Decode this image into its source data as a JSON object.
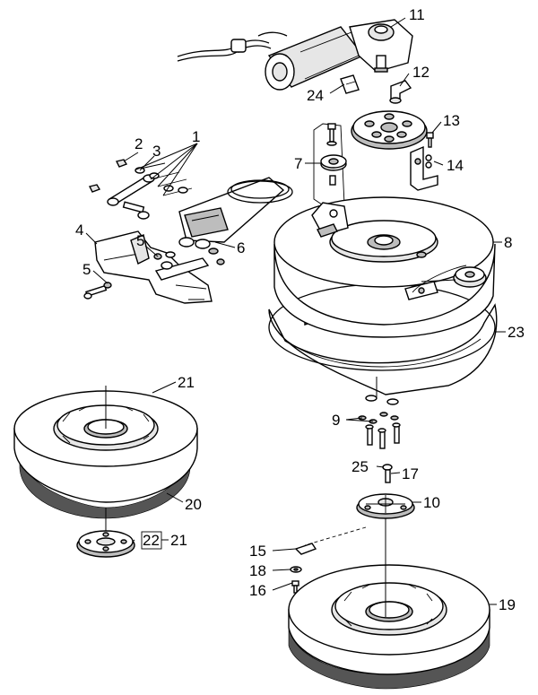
{
  "callouts": [
    {
      "id": "1",
      "text": "1"
    },
    {
      "id": "2",
      "text": "2"
    },
    {
      "id": "3",
      "text": "3"
    },
    {
      "id": "4",
      "text": "4"
    },
    {
      "id": "5a",
      "text": "5"
    },
    {
      "id": "5b",
      "text": "5"
    },
    {
      "id": "6",
      "text": "6"
    },
    {
      "id": "7",
      "text": "7"
    },
    {
      "id": "8",
      "text": "8"
    },
    {
      "id": "9",
      "text": "9"
    },
    {
      "id": "10",
      "text": "10"
    },
    {
      "id": "11",
      "text": "11"
    },
    {
      "id": "12",
      "text": "12"
    },
    {
      "id": "13",
      "text": "13"
    },
    {
      "id": "14",
      "text": "14"
    },
    {
      "id": "15",
      "text": "15"
    },
    {
      "id": "16",
      "text": "16"
    },
    {
      "id": "17",
      "text": "17"
    },
    {
      "id": "18",
      "text": "18"
    },
    {
      "id": "19",
      "text": "19"
    },
    {
      "id": "20",
      "text": "20"
    },
    {
      "id": "21a",
      "text": "21"
    },
    {
      "id": "21b",
      "text": "21"
    },
    {
      "id": "22",
      "text": "22"
    },
    {
      "id": "23",
      "text": "23"
    },
    {
      "id": "24",
      "text": "24"
    },
    {
      "id": "25",
      "text": "25"
    }
  ]
}
